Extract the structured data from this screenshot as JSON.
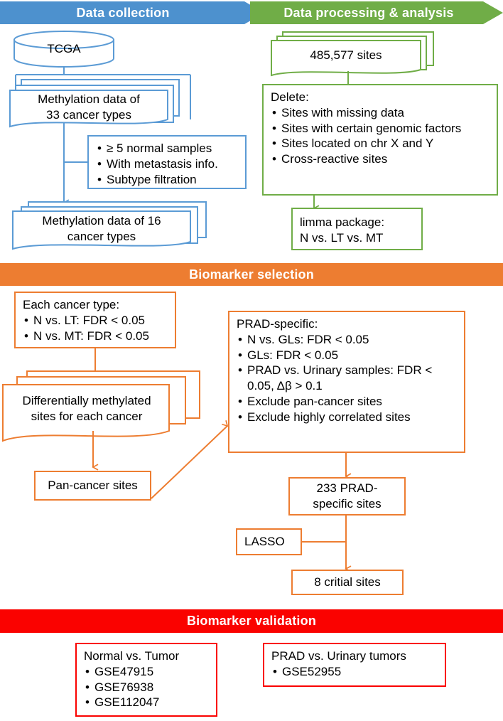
{
  "sections": {
    "data_collection": "Data collection",
    "data_processing": "Data processing & analysis",
    "biomarker_selection": "Biomarker selection",
    "biomarker_validation": "Biomarker validation"
  },
  "colors": {
    "blue": "#5B9BD5",
    "green": "#70AD47",
    "orange": "#ED7D31",
    "red": "#FA0200",
    "banner_blue": "#4D91CE",
    "text": "#000000"
  },
  "data_collection": {
    "tcga": "TCGA",
    "methylation_33": {
      "line1": "Methylation data of",
      "line2": "33 cancer types"
    },
    "filters": {
      "items": [
        "≥ 5 normal samples",
        "With metastasis info.",
        "Subtype filtration"
      ]
    },
    "methylation_16": {
      "line1": "Methylation data of 16",
      "line2": "cancer types"
    }
  },
  "data_processing": {
    "sites_total": "485,577 sites",
    "delete": {
      "header": "Delete:",
      "items": [
        "Sites with missing data",
        "Sites with certain genomic factors",
        "Sites located on chr X and Y",
        "Cross-reactive sites"
      ]
    },
    "limma": {
      "line1": "limma package:",
      "line2": "N vs. LT vs. MT"
    }
  },
  "biomarker_selection": {
    "each_cancer": {
      "header": "Each cancer type:",
      "items": [
        "N vs. LT: FDR < 0.05",
        "N vs. MT: FDR < 0.05"
      ]
    },
    "dms": {
      "line1": "Differentially methylated",
      "line2": "sites for each cancer"
    },
    "pan_cancer": "Pan-cancer sites",
    "prad_specific": {
      "header": "PRAD-specific:",
      "items": [
        "N vs. GLs: FDR < 0.05",
        "GLs: FDR < 0.05",
        "PRAD vs. Urinary samples: FDR <",
        "Exclude pan-cancer sites",
        "Exclude highly correlated sites"
      ],
      "item3_continuation": "0.05, Δβ > 0.1"
    },
    "prad_sites": {
      "line1": "233 PRAD-",
      "line2": "specific sites"
    },
    "lasso": "LASSO",
    "critical_sites": "8 critial sites"
  },
  "biomarker_validation": {
    "normal_vs_tumor": {
      "header": "Normal vs. Tumor",
      "items": [
        "GSE47915",
        "GSE76938",
        "GSE112047"
      ]
    },
    "prad_vs_urinary": {
      "header": "PRAD vs. Urinary tumors",
      "items": [
        "GSE52955"
      ]
    }
  }
}
